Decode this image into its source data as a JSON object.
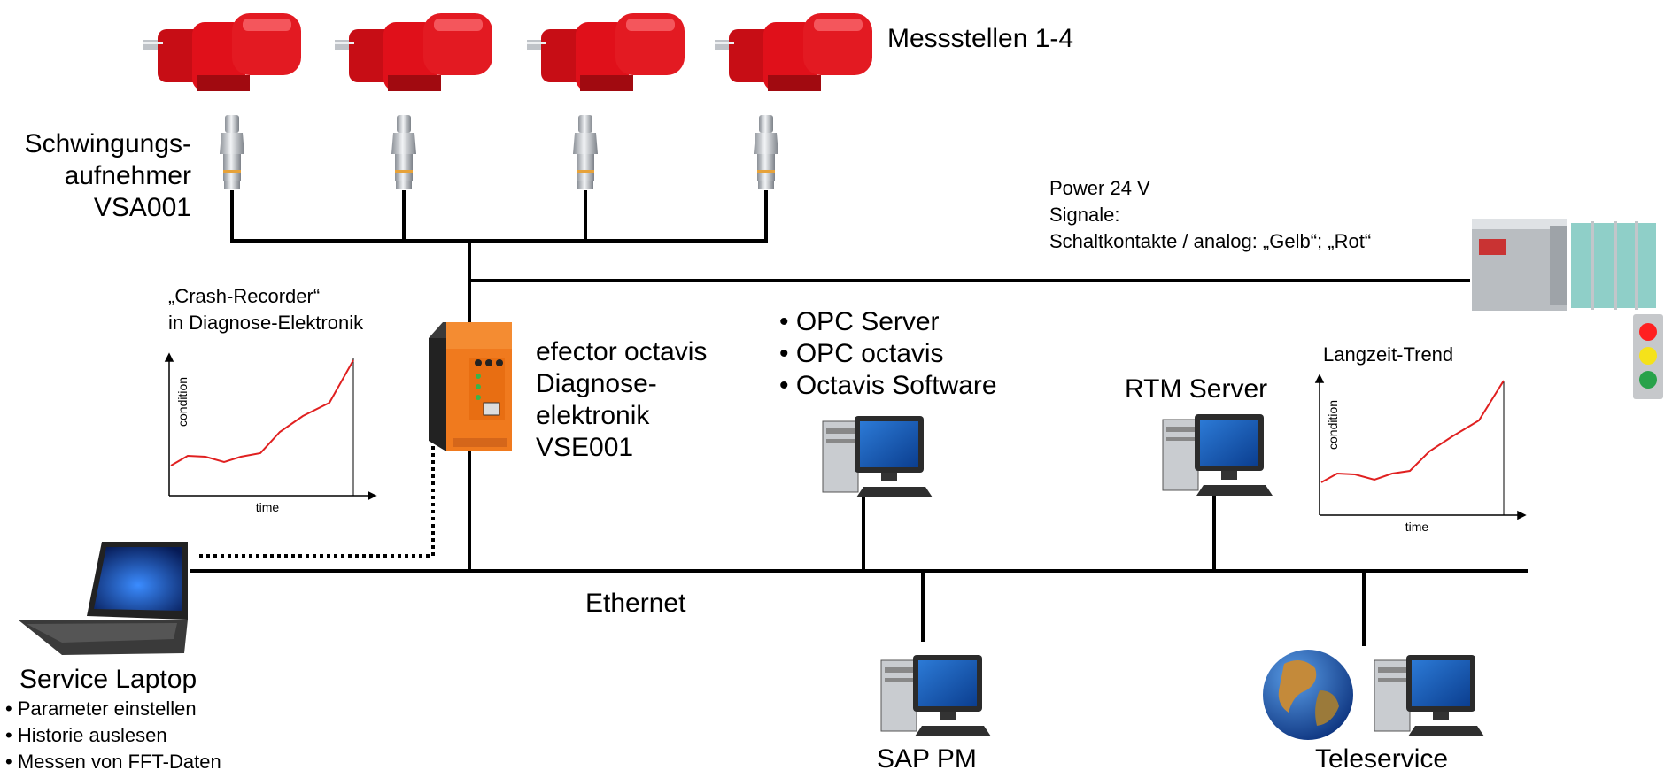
{
  "diagram": {
    "measuring_points_label": "Messstellen 1-4",
    "sensor_label": [
      "Schwingungs-",
      "aufnehmer",
      "VSA001"
    ],
    "power_text": [
      "Power 24 V",
      "Signale:",
      "Schaltkontakte / analog: „Gelb“; „Rot“"
    ],
    "crash_recorder": [
      "„Crash-Recorder“",
      "in Diagnose-Elektronik"
    ],
    "electronics_label": [
      "efector octavis",
      "Diagnose-",
      "elektronik",
      "VSE001"
    ],
    "opc_list": [
      "OPC Server",
      "OPC octavis",
      "Octavis Software"
    ],
    "rtm_server": "RTM Server",
    "long_term_trend": "Langzeit-Trend",
    "chart_axis": {
      "y": "condition",
      "x": "time"
    },
    "ethernet": "Ethernet",
    "service_laptop": {
      "title": "Service Laptop",
      "items": [
        "Parameter einstellen",
        "Historie auslesen",
        "Messen von FFT-Daten"
      ]
    },
    "sap_pm": "SAP PM",
    "teleservice": "Teleservice",
    "colors": {
      "motor": "#e0101a",
      "device": "#f07a1e",
      "line": "#000000",
      "traffic_red": "#ff2020",
      "traffic_yellow": "#f5e21a",
      "traffic_green": "#28a24a",
      "trend_line": "#e02020"
    }
  }
}
